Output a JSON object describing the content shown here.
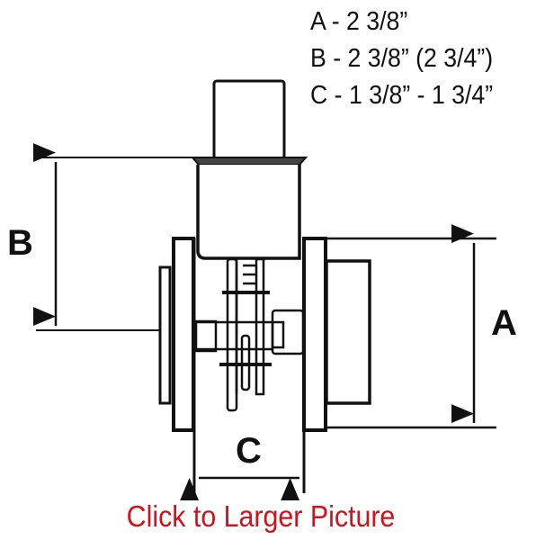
{
  "specs": {
    "a": "A - 2 3/8”",
    "b": "B - 2 3/8” (2 3/4”)",
    "c": "C - 1 3/8” - 1 3/4”"
  },
  "dimension_labels": {
    "a": "A",
    "b": "B",
    "c": "C"
  },
  "link_text": "Click to Larger Picture",
  "colors": {
    "link": "#d0121b",
    "lines": "#111111"
  }
}
